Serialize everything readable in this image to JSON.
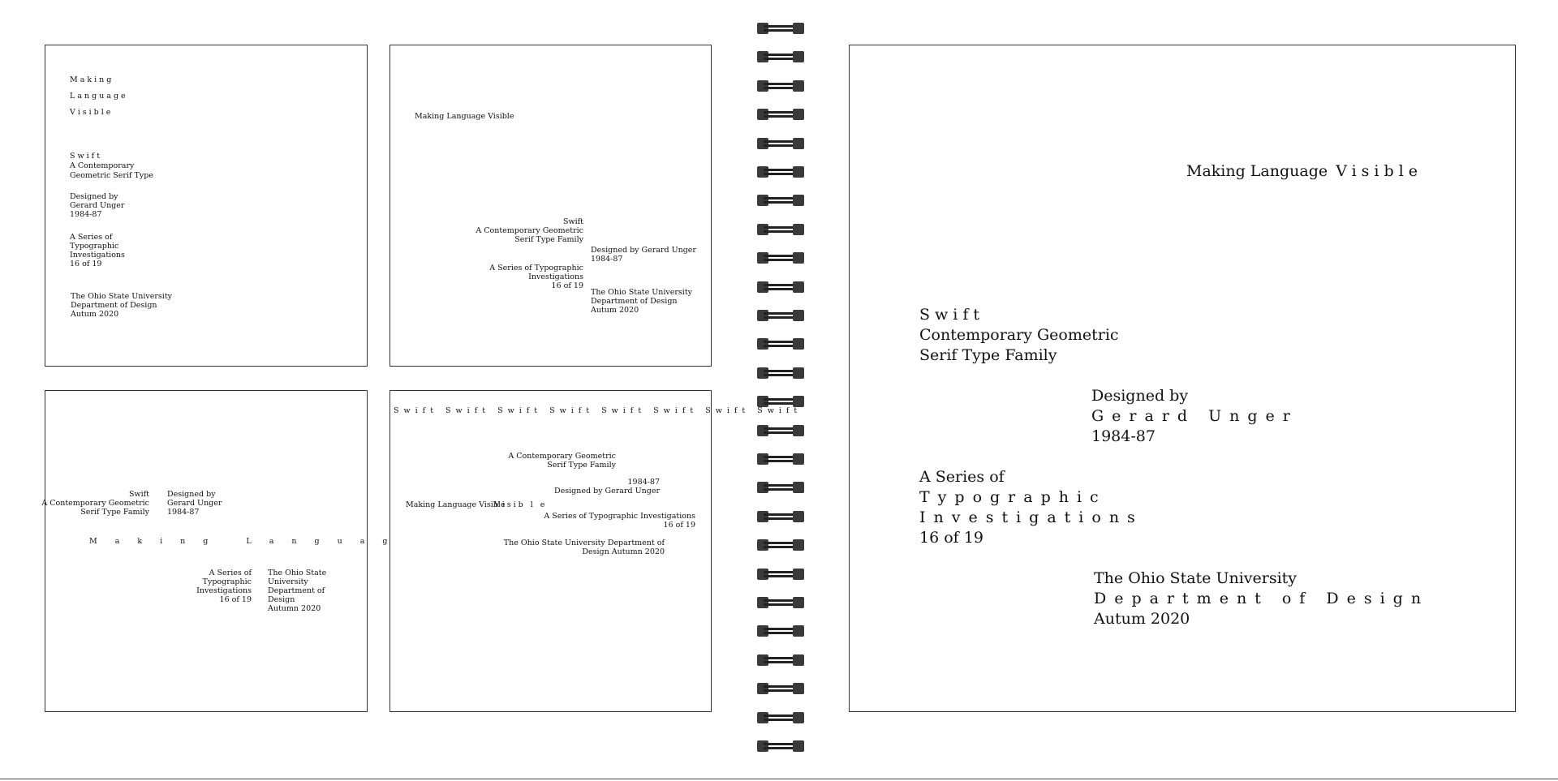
{
  "panel1": {
    "title_lines": [
      "Making",
      "Language",
      "Visible"
    ],
    "swift": "Swift",
    "sub1": "A Contemporary",
    "sub2": "Geometric Serif Type",
    "designed1": "Designed by",
    "designed2": "Gerard Unger",
    "designed3": "1984-87",
    "series1": "A Series of",
    "series2": "Typographic",
    "series3": "Investigations",
    "series4": "16 of 19",
    "osu1": "The Ohio State University",
    "osu2": "Department of Design",
    "osu3": "Autum 2020"
  },
  "panel2": {
    "title": "Making Language Visible",
    "swift": "Swift",
    "sub1": "A Contemporary Geometric",
    "sub2": "Serif Type Family",
    "designed1": "Designed by Gerard Unger",
    "designed2": "1984-87",
    "series1": "A Series of Typographic",
    "series2": "Investigations",
    "series3": "16 of 19",
    "osu1": "The Ohio State University",
    "osu2": "Department of Design",
    "osu3": "Autum 2020"
  },
  "panel3": {
    "swift": "Swift",
    "sub1": "A Contemporary Geometric",
    "sub2": "Serif Type Family",
    "designed1": "Designed by",
    "designed2": "Gerard Unger",
    "designed3": "1984-87",
    "title": "Making Language Visible",
    "series1": "A Series of",
    "series2": "Typographic",
    "series3": "Investigations",
    "series4": "16 of 19",
    "osu1": "The Ohio State",
    "osu2": "University",
    "osu3": "Department of",
    "osu4": "Design",
    "osu5": "Autumn 2020"
  },
  "panel4": {
    "swift_row": "Swift Swift Swift  Swift Swift Swift Swift Swift",
    "sub1": "A Contemporary  Geometric",
    "sub2": "Serif Type Family",
    "year": "1984-87",
    "designed": "Designed by Gerard Unger",
    "title1": "Making Language Visible",
    "title2": "Visib l e",
    "series1": "A Series of Typographic Investigations",
    "series2": "16 of 19",
    "osu1": "The Ohio State University Department of",
    "osu2": "Design Autumn 2020"
  },
  "panel5": {
    "title_a": "Making Language",
    "title_b": "Visible",
    "swift": "Swift",
    "sub1": "Contemporary Geometric",
    "sub2": "Serif Type Family",
    "designed1": "Designed by",
    "designed2": "Gerard Unger",
    "designed3": "1984-87",
    "series1": "A Series of",
    "series2": "Typographic",
    "series3": "Investigations",
    "series4": "16 of 19",
    "osu1": "The Ohio State University",
    "osu2": "Department of Design",
    "osu3": "Autum 2020"
  },
  "binding": {
    "ring_count": 26,
    "color": "#3a3a3a"
  }
}
